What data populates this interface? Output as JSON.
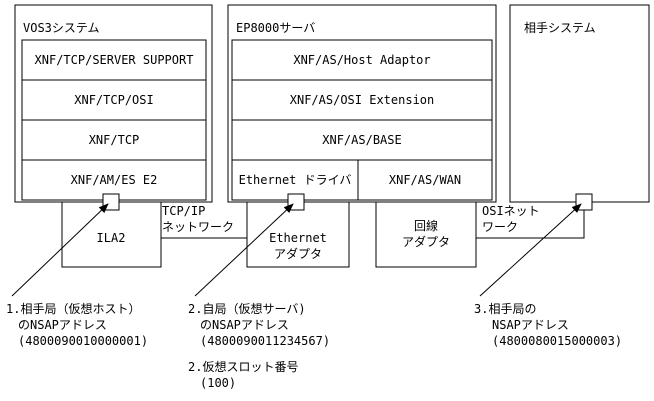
{
  "systems": {
    "vos3": {
      "title": "VOS3システム",
      "layers": [
        "XNF/TCP/SERVER SUPPORT",
        "XNF/TCP/OSI",
        "XNF/TCP",
        "XNF/AM/ES E2"
      ],
      "adapter": "ILA2"
    },
    "ep8000": {
      "title": "EP8000サーバ",
      "layers": [
        "XNF/AS/Host Adaptor",
        "XNF/AS/OSI Extension",
        "XNF/AS/BASE"
      ],
      "ethernet_driver": "Ethernet ドライバ",
      "wan": "XNF/AS/WAN",
      "ethernet_adapter": [
        "Ethernet",
        "アダプタ"
      ],
      "line_adapter": [
        "回線",
        "アダプタ"
      ]
    },
    "remote": {
      "title": "相手システム"
    }
  },
  "networks": {
    "tcpip": [
      "TCP/IP",
      "ネットワーク"
    ],
    "osi": [
      "OSIネット",
      "ワーク"
    ]
  },
  "annotations": {
    "a1": [
      "1.相手局（仮想ホスト）",
      "のNSAPアドレス",
      "(4800090010000001)"
    ],
    "a2": [
      "2.自局（仮想サーバ)",
      "のNSAPアドレス",
      "(4800090011234567)"
    ],
    "a2b": [
      "2.仮想スロット番号",
      "(100)"
    ],
    "a3": [
      "3.相手局の",
      "NSAPアドレス",
      "(4800080015000003)"
    ]
  },
  "colors": {
    "line": "#000000",
    "background": "#ffffff"
  }
}
